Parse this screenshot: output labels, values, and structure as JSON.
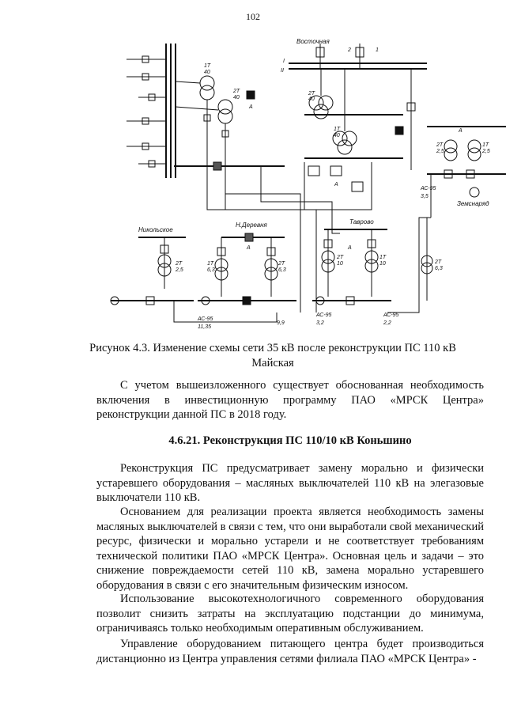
{
  "page_number": "102",
  "diagram": {
    "labels": {
      "vostochnaya": "Восточная",
      "nikolskoe": "Никольское",
      "n_derevnya": "Н.Деревня",
      "tagrovo": "Таврово",
      "zemsnaryad": "Земснаряд",
      "t1_main": "1Т",
      "t1_main_val": "40",
      "t2_main": "2Т",
      "t2_main_val": "40",
      "t1_east": "1Т",
      "t1_east_val": "40",
      "t2_east": "2Т",
      "t2_east_val": "40",
      "t2_zem": "2Т",
      "t2_zem_val": "2,5",
      "t1_zem": "1Т",
      "t1_zem_val": "2,5",
      "t2_nik": "2Т",
      "t2_nik_val": "2,5",
      "t1_nd": "1Т",
      "t1_nd_val": "6,3",
      "t2_nd": "2Т",
      "t2_nd_val": "6,3",
      "t2_tav": "2Т",
      "t2_tav_val": "10",
      "t1_tav": "1Т",
      "t1_tav_val": "10",
      "t2_right": "2Т",
      "t2_right_val": "6,3",
      "bus_1": "1",
      "bus_2": "2",
      "bus_I": "I",
      "bus_II": "II",
      "line_ac95_a": "АС-95",
      "line_ac95_b": "АС-95",
      "line_ac95_c": "АС-95",
      "line_ac95_d": "АС-95",
      "len_a": "11,35",
      "len_b": "9,9",
      "len_c": "3,2",
      "len_d": "2,2",
      "len_e": "3,5",
      "sw_A1": "А",
      "sw_A2": "А",
      "sw_A3": "А",
      "sw_A4": "А",
      "sw_A5": "А"
    }
  },
  "caption": "Рисунок 4.3. Изменение схемы сети 35 кВ после реконструкции ПС 110 кВ Майская",
  "paragraph1": "С учетом вышеизложенного существует обоснованная необходимость включения в инвестиционную программу ПАО «МРСК Центра» реконструкции данной ПС в 2018 году.",
  "heading": "4.6.21. Реконструкция ПС 110/10 кВ Коньшино",
  "paragraph2": "Реконструкция ПС предусматривает замену морально и физически устаревшего оборудования – масляных выключателей 110 кВ на элегазовые выключатели 110 кВ.",
  "paragraph3": "Основанием для реализации проекта является необходимость замены масляных выключателей в связи с тем, что они выработали свой механический ресурс, физически и морально устарели и не соответствует требованиям технической политики ПАО «МРСК Центра». Основная цель и задачи – это снижение повреждаемости сетей 110 кВ, замена морально устаревшего оборудования в связи с его значительным физическим износом.",
  "paragraph4": "Использование высокотехнологичного современного оборудования позволит снизить затраты на эксплуатацию подстанции до минимума, ограничиваясь только необходимым оперативным обслуживанием.",
  "paragraph5": "Управление оборудованием питающего центра будет производиться дистанционно из Центра управления сетями филиала ПАО «МРСК Центра» -"
}
